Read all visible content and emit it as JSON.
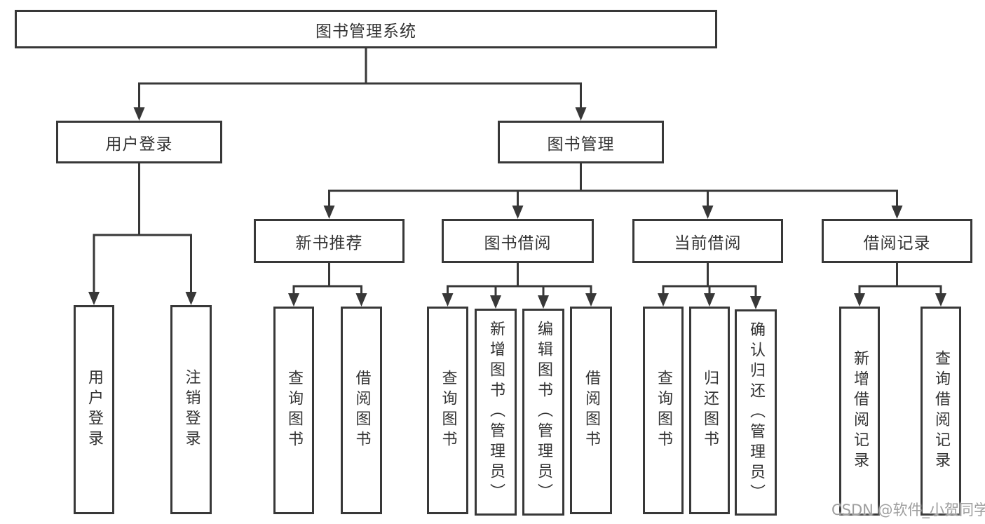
{
  "nodes": {
    "root": "图书管理系统",
    "user_login": "用户登录",
    "book_mgmt": "图书管理",
    "new_book_rec": "新书推荐",
    "book_borrowing": "图书借阅",
    "current_borrowing": "当前借阅",
    "borrowing_records": "借阅记录",
    "leaf_user_login": "用户登录",
    "leaf_logout": "注销登录",
    "leaf_rec_query_books": "查询图书",
    "leaf_rec_borrow_books": "借阅图书",
    "leaf_bb_query_books": "查询图书",
    "leaf_bb_add_books": "新增图书（管理员）",
    "leaf_bb_edit_books": "编辑图书（管理员）",
    "leaf_bb_borrow_books": "借阅图书",
    "leaf_cb_query_books": "查询图书",
    "leaf_cb_return_books": "归还图书",
    "leaf_cb_confirm_return": "确认归还（管理员）",
    "leaf_br_add_record": "新增借阅记录",
    "leaf_br_query_record": "查询借阅记录"
  },
  "hierarchy": {
    "图书管理系统": {
      "用户登录": [
        "用户登录",
        "注销登录"
      ],
      "图书管理": {
        "新书推荐": [
          "查询图书",
          "借阅图书"
        ],
        "图书借阅": [
          "查询图书",
          "新增图书（管理员）",
          "编辑图书（管理员）",
          "借阅图书"
        ],
        "当前借阅": [
          "查询图书",
          "归还图书",
          "确认归还（管理员）"
        ],
        "借阅记录": [
          "新增借阅记录",
          "查询借阅记录"
        ]
      }
    }
  },
  "watermark": "CSDN @软件_小贺同学",
  "colors": {
    "line": "#383838",
    "text": "#333333",
    "watermark": "#9e9e9e",
    "background": "#ffffff"
  }
}
